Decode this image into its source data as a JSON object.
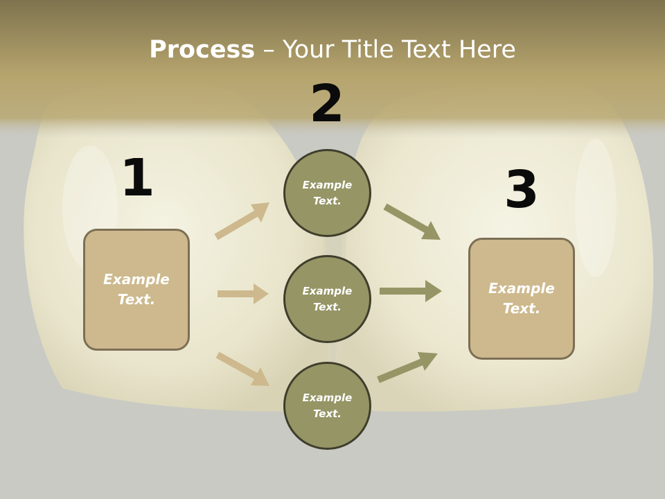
{
  "title": {
    "bold": "Process",
    "rest": " – Your Title Text Here"
  },
  "steps": {
    "one": "1",
    "two": "2",
    "three": "3"
  },
  "nodes": {
    "left_box": "Example Text.",
    "circle_top": "Example Text.",
    "circle_middle": "Example Text.",
    "circle_bottom": "Example Text.",
    "right_box": "Example Text."
  },
  "colors": {
    "header_band": "#b4a570",
    "box_fill": "#cdb98d",
    "circle_fill": "#959566",
    "arrow_light": "#cdb98d",
    "arrow_dark": "#959566",
    "background": "#c8c9c3"
  }
}
